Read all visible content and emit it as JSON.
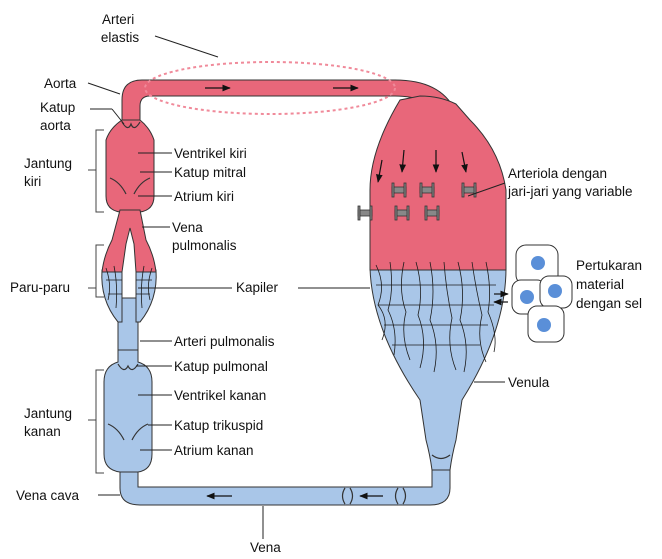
{
  "colors": {
    "oxygenated": "#e8677a",
    "deoxygenated": "#a9c6e8",
    "outline": "#333333",
    "cell_fill": "#ffffff",
    "nucleus": "#5a8fd8",
    "elastic_dash": "#f08a9a"
  },
  "labels": {
    "arteri_elastis": [
      "Arteri",
      "elastis"
    ],
    "aorta": "Aorta",
    "katup_aorta": [
      "Katup",
      "aorta"
    ],
    "jantung_kiri": [
      "Jantung",
      "kiri"
    ],
    "ventrikel_kiri": "Ventrikel kiri",
    "katup_mitral": "Katup mitral",
    "atrium_kiri": "Atrium kiri",
    "vena_pulmonalis": [
      "Vena",
      "pulmonalis"
    ],
    "paru_paru": "Paru-paru",
    "kapiler": "Kapiler",
    "arteri_pulmonalis": "Arteri pulmonalis",
    "katup_pulmonal": "Katup pulmonal",
    "jantung_kanan": [
      "Jantung",
      "kanan"
    ],
    "ventrikel_kanan": "Ventrikel kanan",
    "katup_trikuspid": "Katup trikuspid",
    "atrium_kanan": "Atrium kanan",
    "vena_cava": "Vena cava",
    "vena": "Vena",
    "arteriola": [
      "Arteriola dengan",
      "jari-jari yang variable"
    ],
    "pertukaran": [
      "Pertukaran",
      "material",
      "dengan sel"
    ],
    "venula": "Venula"
  }
}
